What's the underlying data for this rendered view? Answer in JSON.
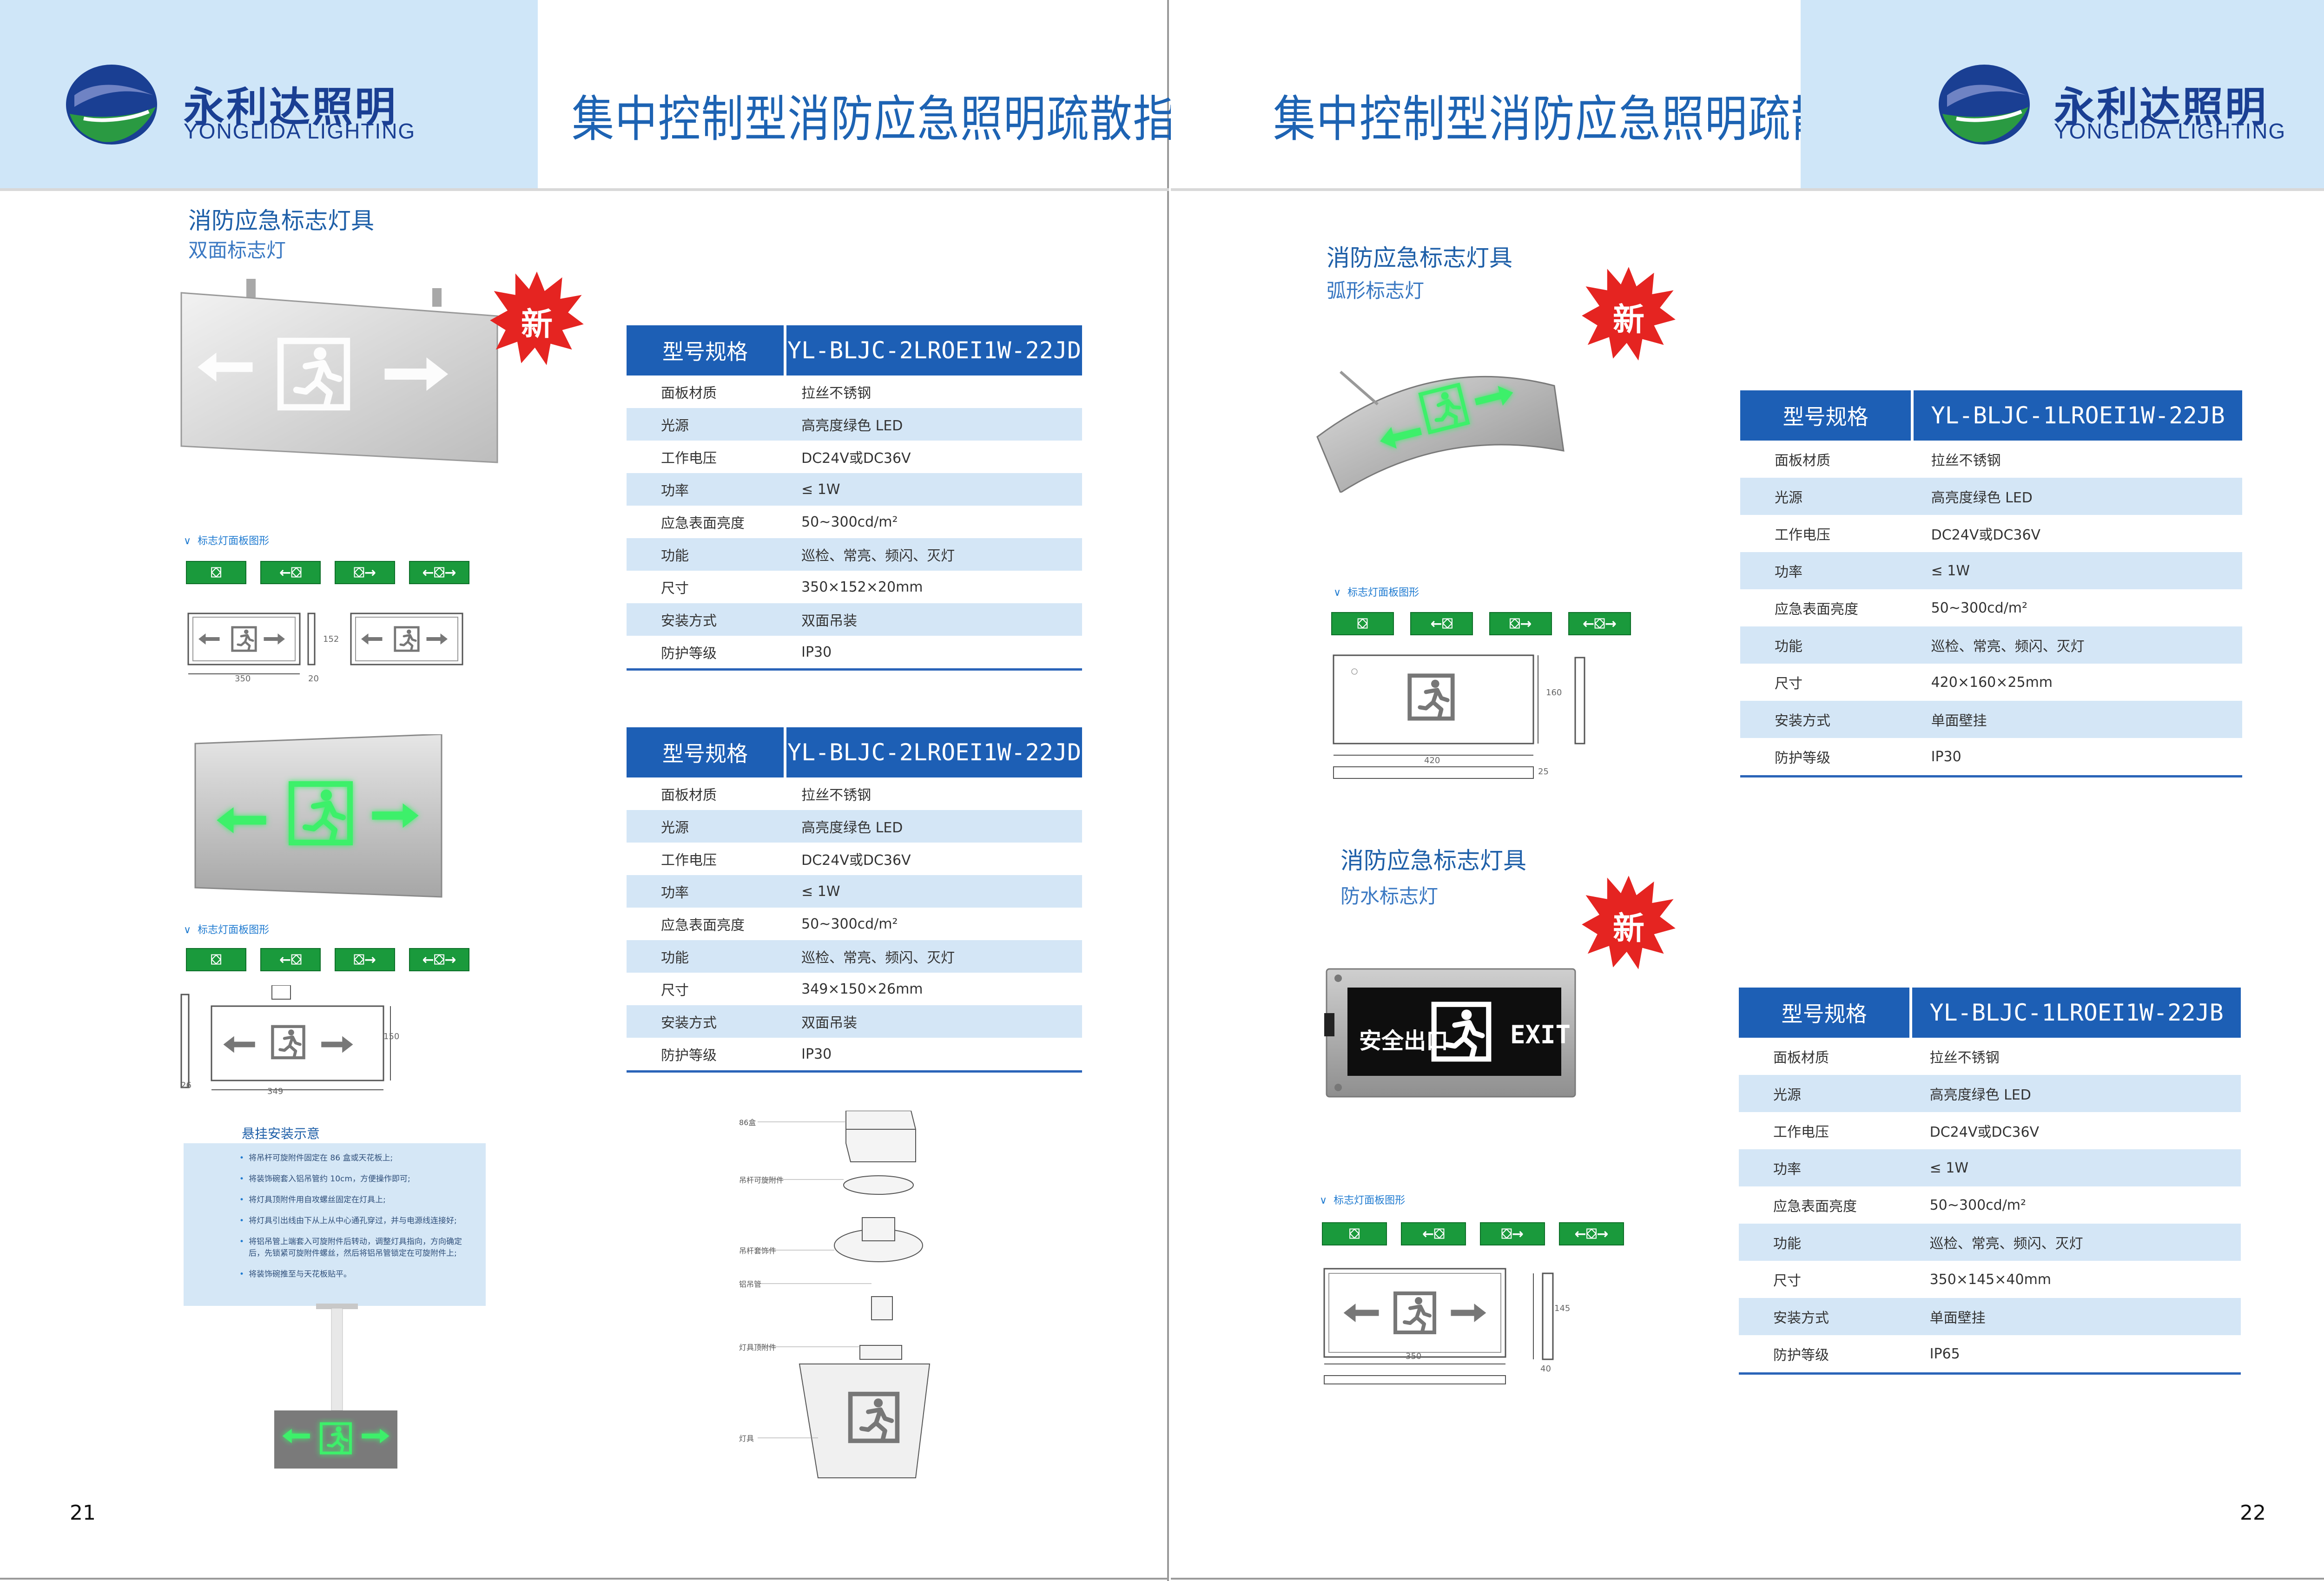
{
  "brand": {
    "cn": "永利达照明",
    "en": "YONGLIDA LIGHTING"
  },
  "header": {
    "title": "集中控制型消防应急照明疏散指示系统"
  },
  "badge": "新",
  "spec_header_label": "型号规格",
  "panel_label": "标志灯面板图形",
  "left_page": {
    "number": "21",
    "section": {
      "title": "消防应急标志灯具",
      "subtitle": "双面标志灯"
    },
    "dims1": {
      "w": "350",
      "d": "20",
      "h": "152"
    },
    "dims2": {
      "w": "349",
      "d": "26",
      "h": "150"
    },
    "table1": {
      "model": "YL-BLJC-2LROEI1W-22JD",
      "rows": [
        {
          "k": "面板材质",
          "v": "拉丝不锈钢"
        },
        {
          "k": "光源",
          "v": "高亮度绿色 LED"
        },
        {
          "k": "工作电压",
          "v": "DC24V或DC36V"
        },
        {
          "k": "功率",
          "v": "≤ 1W"
        },
        {
          "k": "应急表面亮度",
          "v": "50~300cd/m²"
        },
        {
          "k": "功能",
          "v": "巡检、常亮、频闪、灭灯"
        },
        {
          "k": "尺寸",
          "v": "350×152×20mm"
        },
        {
          "k": "安装方式",
          "v": "双面吊装"
        },
        {
          "k": "防护等级",
          "v": "IP30"
        }
      ]
    },
    "table2": {
      "model": "YL-BLJC-2LROEI1W-22JD",
      "rows": [
        {
          "k": "面板材质",
          "v": "拉丝不锈钢"
        },
        {
          "k": "光源",
          "v": "高亮度绿色 LED"
        },
        {
          "k": "工作电压",
          "v": "DC24V或DC36V"
        },
        {
          "k": "功率",
          "v": "≤ 1W"
        },
        {
          "k": "应急表面亮度",
          "v": "50~300cd/m²"
        },
        {
          "k": "功能",
          "v": "巡检、常亮、频闪、灭灯"
        },
        {
          "k": "尺寸",
          "v": "349×150×26mm"
        },
        {
          "k": "安装方式",
          "v": "双面吊装"
        },
        {
          "k": "防护等级",
          "v": "IP30"
        }
      ]
    },
    "install": {
      "title": "悬挂安装示意",
      "steps": [
        "将吊杆可旋附件固定在 86 盒或天花板上;",
        "将装饰碗套入铝吊管约 10cm，方便操作即可;",
        "将灯具顶附件用自攻螺丝固定在灯具上;",
        "将灯具引出线由下从上从中心通孔穿过，并与电源线连接好;",
        "将铝吊管上端套入可旋附件后转动，调整灯具指向，方向确定后，先锁紧可旋附件螺丝，然后将铝吊管锁定在可旋附件上;",
        "将装饰碗推至与天花板贴平。"
      ]
    },
    "exploded_labels": [
      "86盒",
      "吊杆可旋附件",
      "吊杆套饰件",
      "铝吊管",
      "灯具顶附件",
      "灯具"
    ]
  },
  "right_page": {
    "number": "22",
    "section1": {
      "title": "消防应急标志灯具",
      "subtitle": "弧形标志灯"
    },
    "section2": {
      "title": "消防应急标志灯具",
      "subtitle": "防水标志灯"
    },
    "dims1": {
      "w": "420",
      "h": "160",
      "d": "25"
    },
    "dims2": {
      "w": "350",
      "h": "145",
      "d": "40"
    },
    "sign_text": {
      "cn": "安全出口",
      "en": "EXIT"
    },
    "table1": {
      "model": "YL-BLJC-1LROEI1W-22JB",
      "rows": [
        {
          "k": "面板材质",
          "v": "拉丝不锈钢"
        },
        {
          "k": "光源",
          "v": "高亮度绿色 LED"
        },
        {
          "k": "工作电压",
          "v": "DC24V或DC36V"
        },
        {
          "k": "功率",
          "v": "≤ 1W"
        },
        {
          "k": "应急表面亮度",
          "v": "50~300cd/m²"
        },
        {
          "k": "功能",
          "v": "巡检、常亮、频闪、灭灯"
        },
        {
          "k": "尺寸",
          "v": "420×160×25mm"
        },
        {
          "k": "安装方式",
          "v": "单面壁挂"
        },
        {
          "k": "防护等级",
          "v": "IP30"
        }
      ]
    },
    "table2": {
      "model": "YL-BLJC-1LROEI1W-22JB",
      "rows": [
        {
          "k": "面板材质",
          "v": "拉丝不锈钢"
        },
        {
          "k": "光源",
          "v": "高亮度绿色 LED"
        },
        {
          "k": "工作电压",
          "v": "DC24V或DC36V"
        },
        {
          "k": "功率",
          "v": "≤ 1W"
        },
        {
          "k": "应急表面亮度",
          "v": "50~300cd/m²"
        },
        {
          "k": "功能",
          "v": "巡检、常亮、频闪、灭灯"
        },
        {
          "k": "尺寸",
          "v": "350×145×40mm"
        },
        {
          "k": "安装方式",
          "v": "单面壁挂"
        },
        {
          "k": "防护等级",
          "v": "IP65"
        }
      ]
    }
  }
}
